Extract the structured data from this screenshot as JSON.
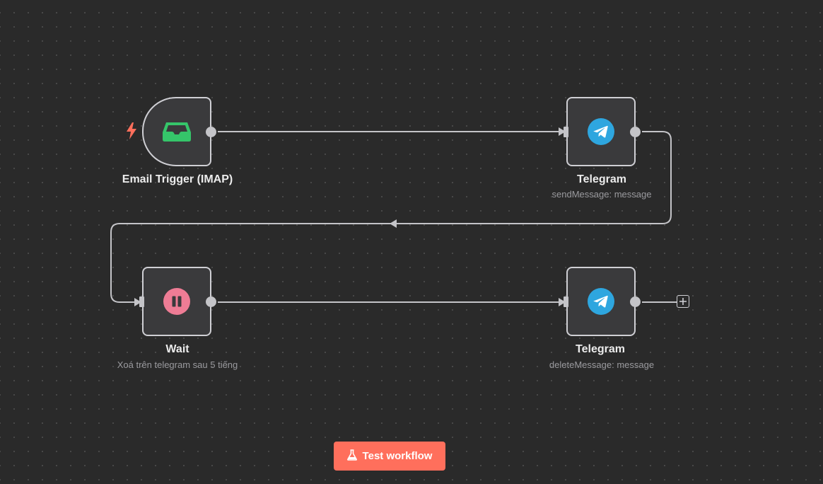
{
  "nodes": {
    "email_trigger": {
      "title": "Email Trigger (IMAP)",
      "icon": "inbox-icon",
      "icon_color": "#35c56a"
    },
    "telegram_send": {
      "title": "Telegram",
      "subtitle": "sendMessage: message",
      "icon": "telegram-icon",
      "icon_color": "#2ea6df"
    },
    "wait": {
      "title": "Wait",
      "subtitle": "Xoá trên telegram sau 5 tiếng",
      "icon": "pause-icon",
      "icon_color": "#ee7c95"
    },
    "telegram_delete": {
      "title": "Telegram",
      "subtitle": "deleteMessage: message",
      "icon": "telegram-icon",
      "icon_color": "#2ea6df"
    }
  },
  "toolbar": {
    "test_workflow_label": "Test workflow",
    "test_workflow_color": "#ff6f5c"
  },
  "colors": {
    "canvas_background": "#2a2a2a",
    "node_background": "#3a3a3c",
    "node_border": "#cfcfd4",
    "connection": "#c4c4c8",
    "trigger_bolt": "#ff6f5c"
  }
}
